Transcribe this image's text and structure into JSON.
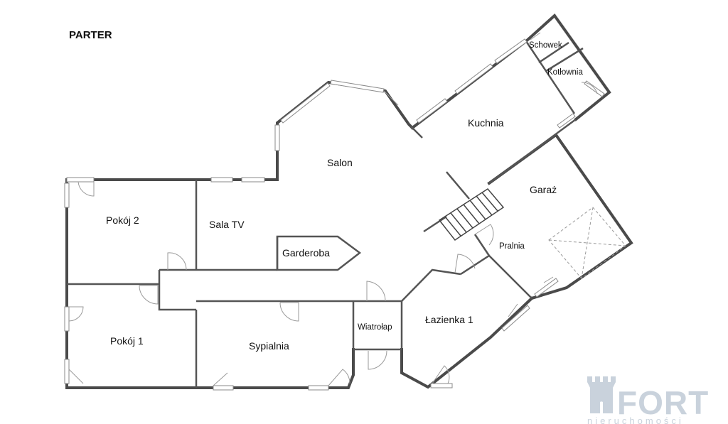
{
  "plan": {
    "title": "PARTER",
    "rooms": {
      "schowek": "Schowek",
      "kotlownia": "Kotłownia",
      "kuchnia": "Kuchnia",
      "salon": "Salon",
      "garaz": "Garaż",
      "pokoj2": "Pokój 2",
      "sala_tv": "Sala TV",
      "garderoba": "Garderoba",
      "pralnia": "Pralnia",
      "lazienka1": "Łazienka 1",
      "pokoj1": "Pokój 1",
      "sypialnia": "Sypialnia",
      "wiatrolap": "Wiatrołap"
    }
  },
  "logo": {
    "brand": "FORT",
    "tagline": "nieruchomości"
  }
}
